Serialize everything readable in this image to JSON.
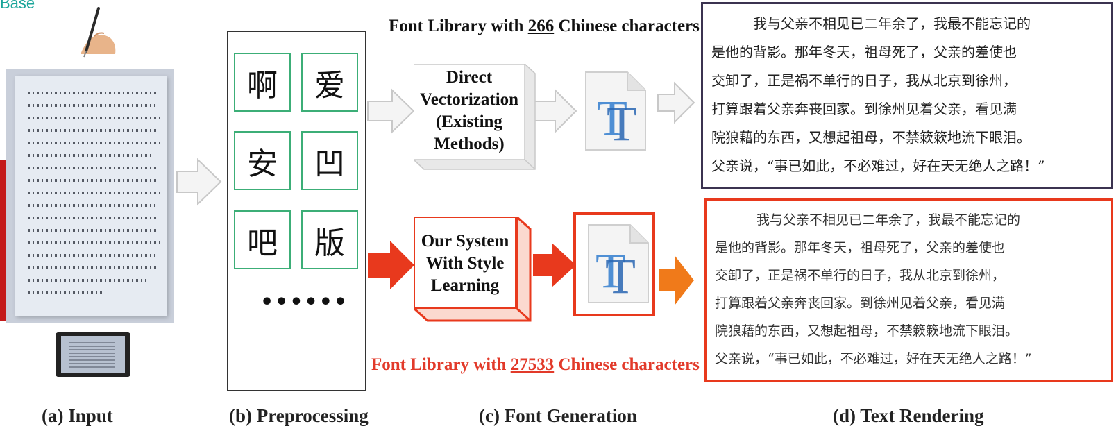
{
  "top_label": "Base",
  "captions": {
    "input": "(a) Input",
    "preprocessing": "(b) Preprocessing",
    "font_generation": "(c) Font Generation",
    "text_rendering": "(d) Text Rendering"
  },
  "headings": {
    "top_prefix": "Font Library with ",
    "top_number": "266",
    "top_suffix": " Chinese characters",
    "bottom_prefix": "Font Library with ",
    "bottom_number": "27533",
    "bottom_suffix": " Chinese characters"
  },
  "preprocessing": {
    "glyphs": [
      "啊",
      "爱",
      "安",
      "凹",
      "吧",
      "版"
    ],
    "ellipsis": "••••••"
  },
  "boxes": {
    "direct": [
      "Direct",
      "Vectorization",
      "(Existing",
      "Methods)"
    ],
    "ours": [
      "Our System",
      "With Style",
      "Learning"
    ]
  },
  "font_icon_glyph": "T",
  "rendered_text": {
    "lines": [
      "我与父亲不相见已二年余了，我最不能忘记的",
      "是他的背影。那年冬天，祖母死了，父亲的差使也",
      "交卸了，正是祸不单行的日子，我从北京到徐州，",
      "打算跟着父亲奔丧回家。到徐州见着父亲，看见满",
      "院狼藉的东西，又想起祖母，不禁簌簌地流下眼泪。",
      "父亲说，“事已如此，不必难过，好在天无绝人之路！”"
    ]
  },
  "colors": {
    "red": "#e8391d",
    "orange": "#f07a1a",
    "green_box": "#3cae77",
    "heading_red": "#e23a2a",
    "dark_frame": "#3b3350"
  }
}
